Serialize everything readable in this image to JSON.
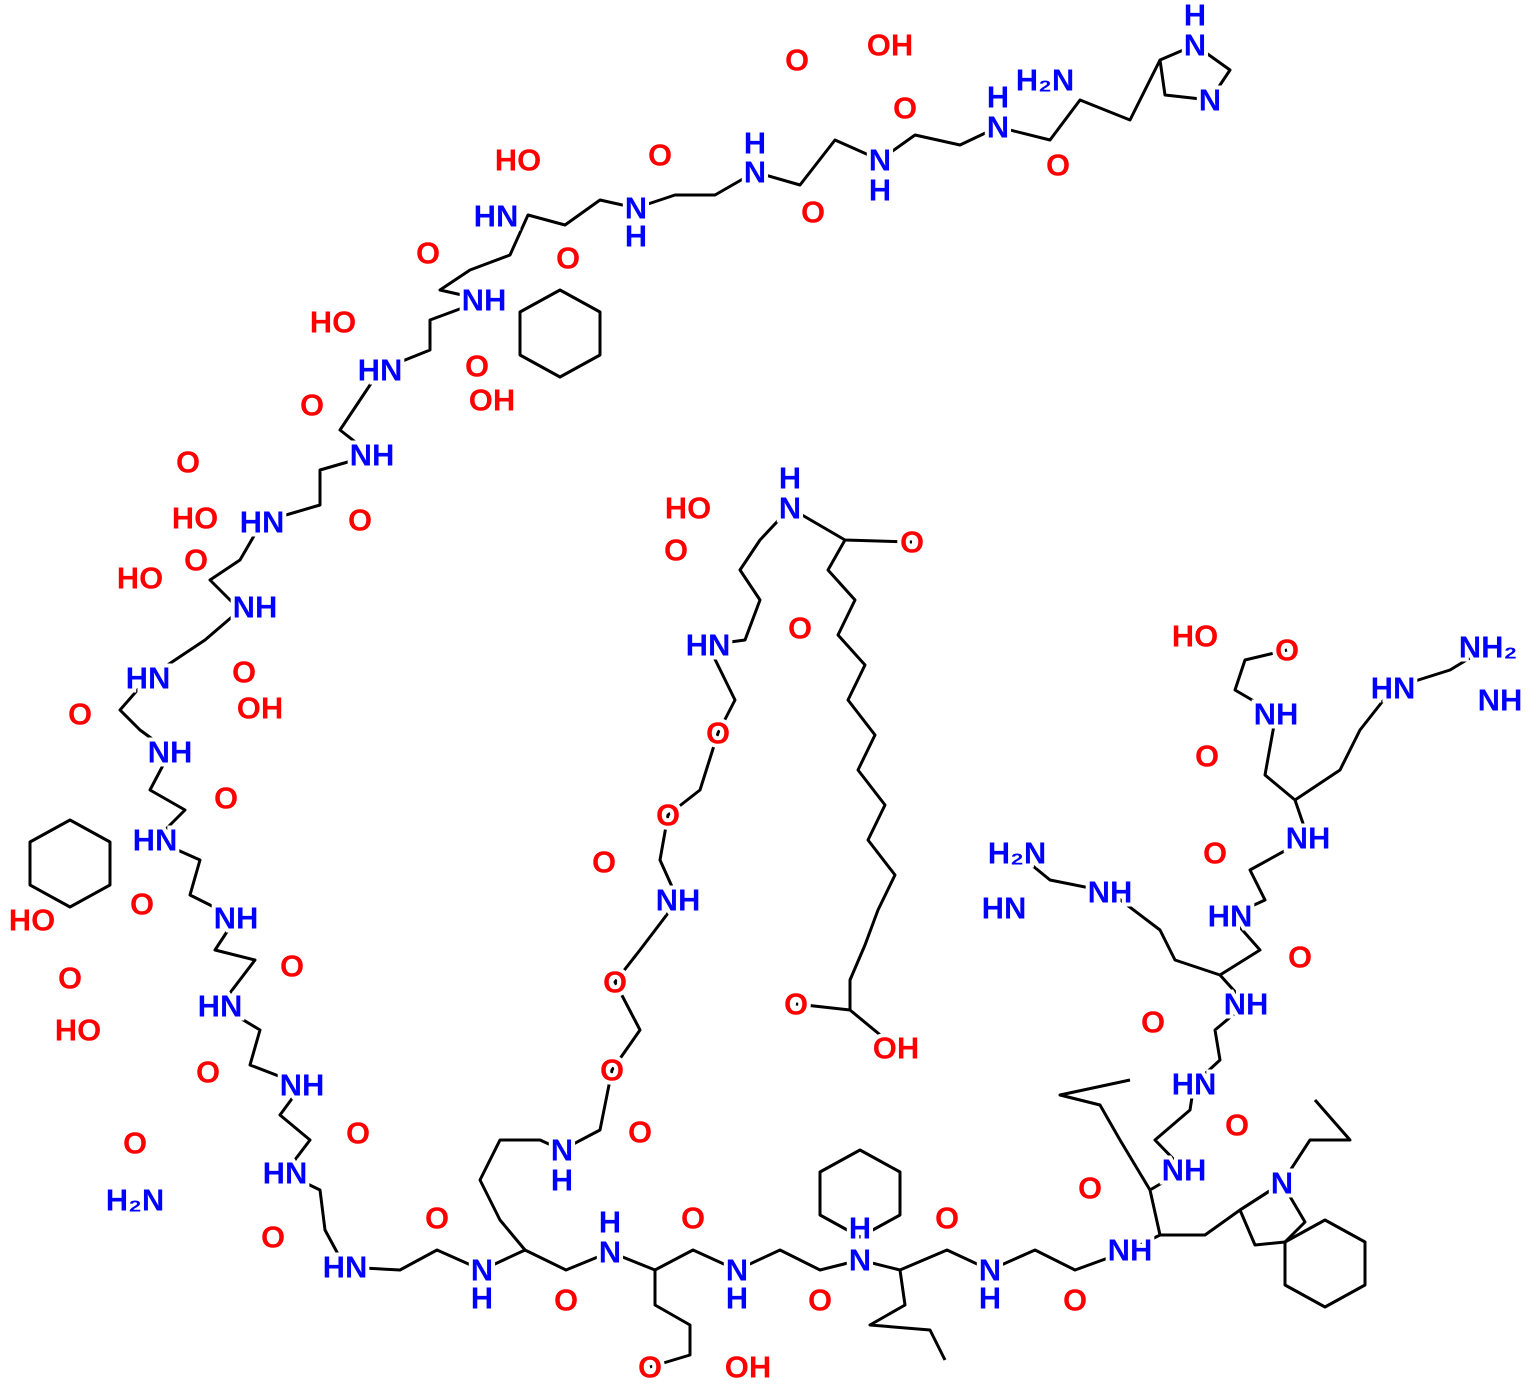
{
  "diagram": {
    "type": "chemical-structure",
    "colors": {
      "nitrogen": "#0000ff",
      "oxygen": "#ff0000",
      "bond": "#000000"
    },
    "atom_labels": [
      {
        "text": "H",
        "el": "N"
      },
      {
        "text": "N",
        "el": "N"
      },
      {
        "text": "N",
        "el": "N"
      },
      {
        "text": "H₂N",
        "el": "N"
      },
      {
        "text": "H",
        "el": "N"
      },
      {
        "text": "N",
        "el": "N"
      },
      {
        "text": "O",
        "el": "O"
      },
      {
        "text": "O",
        "el": "O"
      },
      {
        "text": "OH",
        "el": "O"
      },
      {
        "text": "O",
        "el": "O"
      },
      {
        "text": "N",
        "el": "N"
      },
      {
        "text": "H",
        "el": "N"
      },
      {
        "text": "O",
        "el": "O"
      },
      {
        "text": "H",
        "el": "N"
      },
      {
        "text": "N",
        "el": "N"
      },
      {
        "text": "O",
        "el": "O"
      },
      {
        "text": "N",
        "el": "N"
      },
      {
        "text": "H",
        "el": "N"
      },
      {
        "text": "HO",
        "el": "O"
      },
      {
        "text": "HN",
        "el": "N"
      },
      {
        "text": "O",
        "el": "O"
      },
      {
        "text": "O",
        "el": "O"
      },
      {
        "text": "NH",
        "el": "N"
      },
      {
        "text": "HO",
        "el": "O"
      },
      {
        "text": "O",
        "el": "O"
      },
      {
        "text": "HN",
        "el": "N"
      },
      {
        "text": "O",
        "el": "O"
      },
      {
        "text": "OH",
        "el": "O"
      },
      {
        "text": "NH",
        "el": "N"
      },
      {
        "text": "O",
        "el": "O"
      },
      {
        "text": "HO",
        "el": "O"
      },
      {
        "text": "HN",
        "el": "N"
      },
      {
        "text": "O",
        "el": "O"
      },
      {
        "text": "HO",
        "el": "O"
      },
      {
        "text": "O",
        "el": "O"
      },
      {
        "text": "NH",
        "el": "N"
      },
      {
        "text": "HN",
        "el": "N"
      },
      {
        "text": "O",
        "el": "O"
      },
      {
        "text": "O",
        "el": "O"
      },
      {
        "text": "OH",
        "el": "O"
      },
      {
        "text": "NH",
        "el": "N"
      },
      {
        "text": "O",
        "el": "O"
      },
      {
        "text": "HN",
        "el": "N"
      },
      {
        "text": "HO",
        "el": "O"
      },
      {
        "text": "O",
        "el": "O"
      },
      {
        "text": "NH",
        "el": "N"
      },
      {
        "text": "O",
        "el": "O"
      },
      {
        "text": "HO",
        "el": "O"
      },
      {
        "text": "O",
        "el": "O"
      },
      {
        "text": "HN",
        "el": "N"
      },
      {
        "text": "O",
        "el": "O"
      },
      {
        "text": "NH",
        "el": "N"
      },
      {
        "text": "O",
        "el": "O"
      },
      {
        "text": "O",
        "el": "O"
      },
      {
        "text": "H₂N",
        "el": "N"
      },
      {
        "text": "HN",
        "el": "N"
      },
      {
        "text": "O",
        "el": "O"
      },
      {
        "text": "HN",
        "el": "N"
      },
      {
        "text": "O",
        "el": "O"
      },
      {
        "text": "N",
        "el": "N"
      },
      {
        "text": "H",
        "el": "N"
      },
      {
        "text": "O",
        "el": "O"
      },
      {
        "text": "H",
        "el": "N"
      },
      {
        "text": "N",
        "el": "N"
      },
      {
        "text": "O",
        "el": "O"
      },
      {
        "text": "N",
        "el": "N"
      },
      {
        "text": "H",
        "el": "N"
      },
      {
        "text": "O",
        "el": "O"
      },
      {
        "text": "H",
        "el": "N"
      },
      {
        "text": "N",
        "el": "N"
      },
      {
        "text": "O",
        "el": "O"
      },
      {
        "text": "N",
        "el": "N"
      },
      {
        "text": "H",
        "el": "N"
      },
      {
        "text": "O",
        "el": "O"
      },
      {
        "text": "NH",
        "el": "N"
      },
      {
        "text": "O",
        "el": "O"
      },
      {
        "text": "OH",
        "el": "O"
      },
      {
        "text": "N",
        "el": "N"
      },
      {
        "text": "H",
        "el": "N"
      },
      {
        "text": "O",
        "el": "O"
      },
      {
        "text": "O",
        "el": "O"
      },
      {
        "text": "O",
        "el": "O"
      },
      {
        "text": "NH",
        "el": "N"
      },
      {
        "text": "O",
        "el": "O"
      },
      {
        "text": "O",
        "el": "O"
      },
      {
        "text": "O",
        "el": "O"
      },
      {
        "text": "HN",
        "el": "N"
      },
      {
        "text": "O",
        "el": "O"
      },
      {
        "text": "HO",
        "el": "O"
      },
      {
        "text": "O",
        "el": "O"
      },
      {
        "text": "H",
        "el": "N"
      },
      {
        "text": "N",
        "el": "N"
      },
      {
        "text": "O",
        "el": "O"
      },
      {
        "text": "O",
        "el": "O"
      },
      {
        "text": "OH",
        "el": "O"
      },
      {
        "text": "HO",
        "el": "O"
      },
      {
        "text": "O",
        "el": "O"
      },
      {
        "text": "NH",
        "el": "N"
      },
      {
        "text": "NH₂",
        "el": "N"
      },
      {
        "text": "HN",
        "el": "N"
      },
      {
        "text": "NH",
        "el": "N"
      },
      {
        "text": "O",
        "el": "O"
      },
      {
        "text": "NH",
        "el": "N"
      },
      {
        "text": "O",
        "el": "O"
      },
      {
        "text": "H₂N",
        "el": "N"
      },
      {
        "text": "NH",
        "el": "N"
      },
      {
        "text": "HN",
        "el": "N"
      },
      {
        "text": "HN",
        "el": "N"
      },
      {
        "text": "O",
        "el": "O"
      },
      {
        "text": "NH",
        "el": "N"
      },
      {
        "text": "O",
        "el": "O"
      },
      {
        "text": "HN",
        "el": "N"
      },
      {
        "text": "O",
        "el": "O"
      },
      {
        "text": "NH",
        "el": "N"
      },
      {
        "text": "O",
        "el": "O"
      },
      {
        "text": "N",
        "el": "N"
      }
    ]
  }
}
